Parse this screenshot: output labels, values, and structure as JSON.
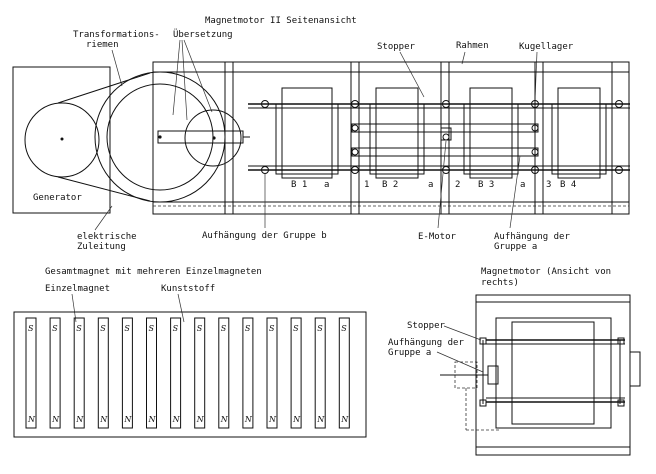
{
  "title": "Magnetmotor II Seitenansicht",
  "labels": {
    "transformationsriemen_1": "Transformations-",
    "transformationsriemen_2": "riemen",
    "uebersetzung": "Übersetzung",
    "stopper": "Stopper",
    "rahmen": "Rahmen",
    "kugellager": "Kugellager",
    "generator": "Generator",
    "elektrische_1": "elektrische",
    "elektrische_2": "Zuleitung",
    "aufhaengung_b": "Aufhängung der Gruppe b",
    "emotor": "E-Motor",
    "aufhaengung_a_1": "Aufhängung der",
    "aufhaengung_a_2": "Gruppe a"
  },
  "groups": {
    "b1": "B 1",
    "a1": "a",
    "one": "1",
    "b2": "B 2",
    "a2": "a",
    "two": "2",
    "b3": "B 3",
    "a3": "a",
    "three": "3",
    "b4": "B 4"
  },
  "gesamtmagnet": {
    "title": "Gesamtmagnet mit mehreren Einzelmagneten",
    "einzelmagnet": "Einzelmagnet",
    "kunststoff": "Kunststoff",
    "north": "S",
    "south": "N",
    "count": 14
  },
  "side_view": {
    "title_1": "Magnetmotor (Ansicht von",
    "title_2": "rechts)",
    "stopper": "Stopper",
    "aufhaengung_1": "Aufhängung der",
    "aufhaengung_2": "Gruppe a"
  }
}
